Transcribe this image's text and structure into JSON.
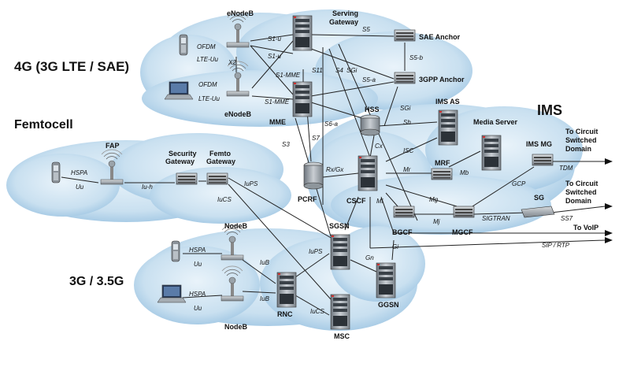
{
  "regions": {
    "lte": "4G (3G LTE / SAE)",
    "femto": "Femtocell",
    "umts": "3G / 3.5G",
    "ims": "IMS"
  },
  "nodes": {
    "enodeb_top": "eNodeB",
    "enodeb_bottom": "eNodeB",
    "serving_gateway": "Serving Gateway",
    "sae_anchor": "SAE Anchor",
    "gpp_anchor": "3GPP Anchor",
    "mme": "MME",
    "hss": "HSS",
    "ims_as": "IMS AS",
    "media_server": "Media Server",
    "mrf": "MRF",
    "ims_mg": "IMS MG",
    "pcrf": "PCRF",
    "cscf": "CSCF",
    "bgcf": "BGCF",
    "mgcf": "MGCF",
    "sg": "SG",
    "fap": "FAP",
    "security_gateway": "Security Gateway",
    "femto_gateway": "Femto Gateway",
    "sgsn": "SGSN",
    "nodeb_top": "NodeB",
    "nodeb_bottom": "NodeB",
    "rnc": "RNC",
    "msc": "MSC",
    "ggsn": "GGSN"
  },
  "interfaces": {
    "ofdm1": "OFDM",
    "lte_uu1": "LTE-Uu",
    "ofdm2": "OFDM",
    "lte_uu2": "LTE-Uu",
    "x2": "X2",
    "s1u_a": "S1-u",
    "s1u_b": "S1-u",
    "s1mme_a": "S1-MME",
    "s1mme_b": "S1-MME",
    "s5": "S5",
    "s5b": "S5-b",
    "s5a": "S5-a",
    "s11": "S11",
    "s4": "S4",
    "sgi1": "SGi",
    "sgi2": "SGi",
    "s6a": "S6-a",
    "s7": "S7",
    "s3": "S3",
    "sh": "Sh",
    "cx": "Cx",
    "isc": "ISC",
    "mr": "Mr",
    "mb": "Mb",
    "rxgx": "Rx/Gx",
    "mi": "Mi",
    "mg": "Mg",
    "mj": "Mj",
    "gcp": "GCP",
    "sigtran": "SIGTRAN",
    "tdm": "TDM",
    "ss7": "SS7",
    "sip_rtp": "SIP / RTP",
    "gi": "Gi",
    "gn": "Gn",
    "hspa_f": "HSPA",
    "uu_f": "Uu",
    "iuh": "Iu-h",
    "iups_f": "IuPS",
    "iucs_f": "IuCS",
    "hspa1": "HSPA",
    "uu1": "Uu",
    "hspa2": "HSPA",
    "uu2": "Uu",
    "iub1": "IuB",
    "iub2": "IuB",
    "iups_r": "IuPS",
    "iucs_r": "IuCS"
  },
  "externals": {
    "csd1_l1": "To Circuit",
    "csd1_l2": "Switched",
    "csd1_l3": "Domain",
    "csd2_l1": "To Circuit",
    "csd2_l2": "Switched",
    "csd2_l3": "Domain",
    "voip": "To VoIP"
  }
}
